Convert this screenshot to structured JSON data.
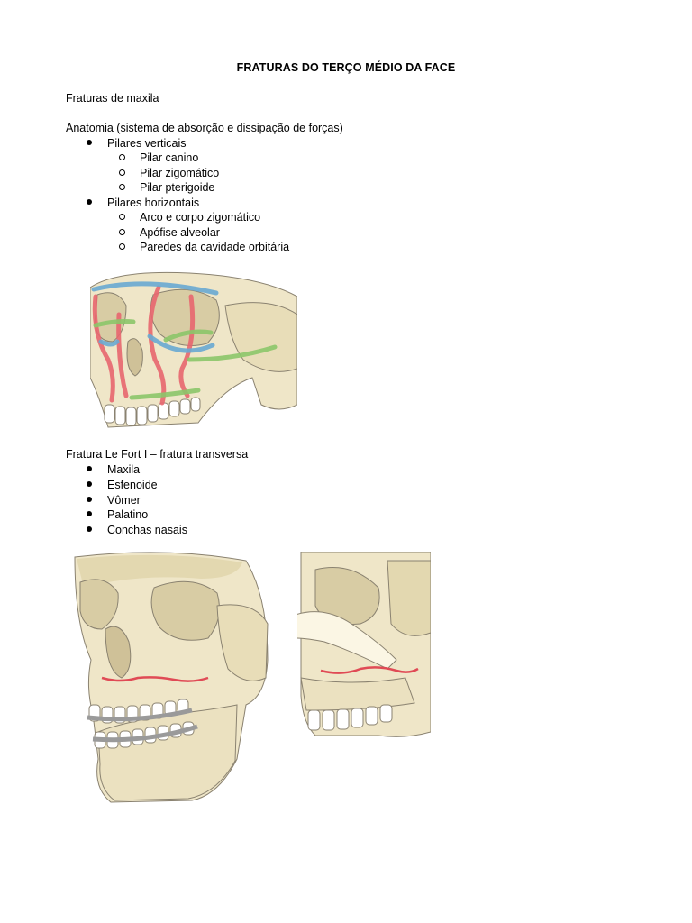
{
  "doc": {
    "title": "FRATURAS DO TERÇO MÉDIO DA FACE",
    "section_heading": "Fraturas de maxila",
    "anatomy": {
      "heading": "Anatomia (sistema de absorção e dissipação de forças)",
      "groups": [
        {
          "label": "Pilares verticais",
          "items": [
            "Pilar canino",
            "Pilar zigomático",
            "Pilar pterigoide"
          ]
        },
        {
          "label": "Pilares horizontais",
          "items": [
            "Arco e corpo zigomático",
            "Apófise alveolar",
            "Paredes da cavidade orbitária"
          ]
        }
      ]
    },
    "lefort1": {
      "heading": "Fratura Le Fort I – fratura transversa",
      "items": [
        "Maxila",
        "Esfenoide",
        "Vômer",
        "Palatino",
        "Conchas nasais"
      ]
    }
  },
  "colors": {
    "bone": "#efe6c8",
    "bone_shadow": "#d8cca4",
    "outline": "#8a8270",
    "vertical_pillar": "#e8676f",
    "horizontal_pillar_blue": "#6aaad2",
    "horizontal_pillar_green": "#8cc66a",
    "fracture_line": "#e04a55",
    "splint": "#9a9a9a"
  },
  "figures": {
    "pillars_icon": "skull-buttress-illustration",
    "lefort_front_icon": "skull-lefort-front-illustration",
    "lefort_lateral_icon": "skull-lefort-lateral-illustration"
  }
}
